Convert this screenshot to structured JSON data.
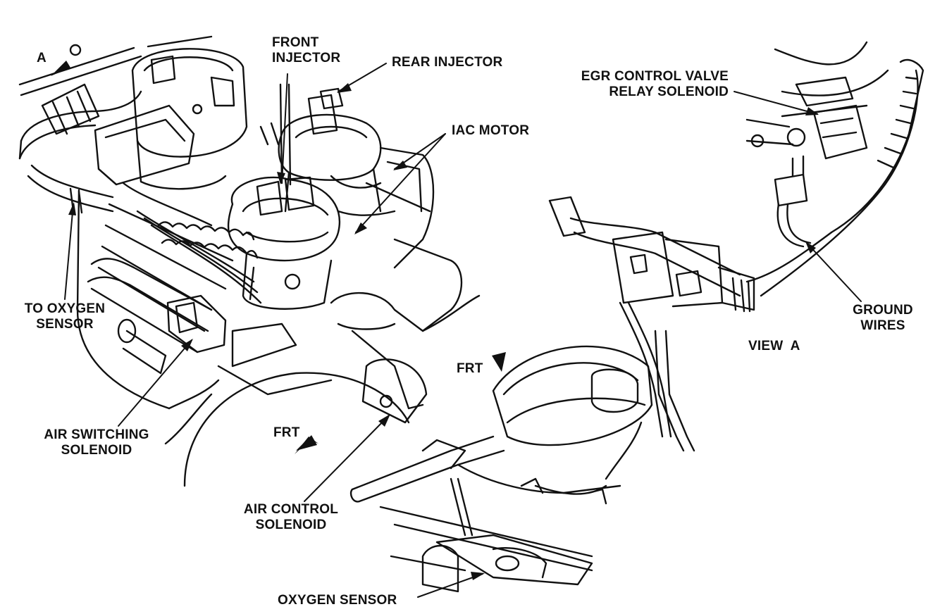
{
  "diagram": {
    "labels": {
      "front_injector": [
        "FRONT",
        "INJECTOR"
      ],
      "rear_injector": [
        "REAR INJECTOR"
      ],
      "iac_motor": [
        "IAC MOTOR"
      ],
      "egr_control_valve_relay_solenoid": [
        "EGR CONTROL VALVE",
        "RELAY SOLENOID"
      ],
      "to_oxygen_sensor": [
        "TO OXYGEN",
        "SENSOR"
      ],
      "ground_wires": [
        "GROUND",
        "WIRES"
      ],
      "view_a": "VIEW  A",
      "view_marker": "A",
      "frt_left": "FRT",
      "frt_right": "FRT",
      "air_switching_solenoid": [
        "AIR SWITCHING",
        "SOLENOID"
      ],
      "air_control_solenoid": [
        "AIR CONTROL",
        "SOLENOID"
      ],
      "oxygen_sensor": [
        "OXYGEN SENSOR"
      ]
    },
    "colors": {
      "ink": "#111111",
      "paper": "#ffffff"
    }
  }
}
